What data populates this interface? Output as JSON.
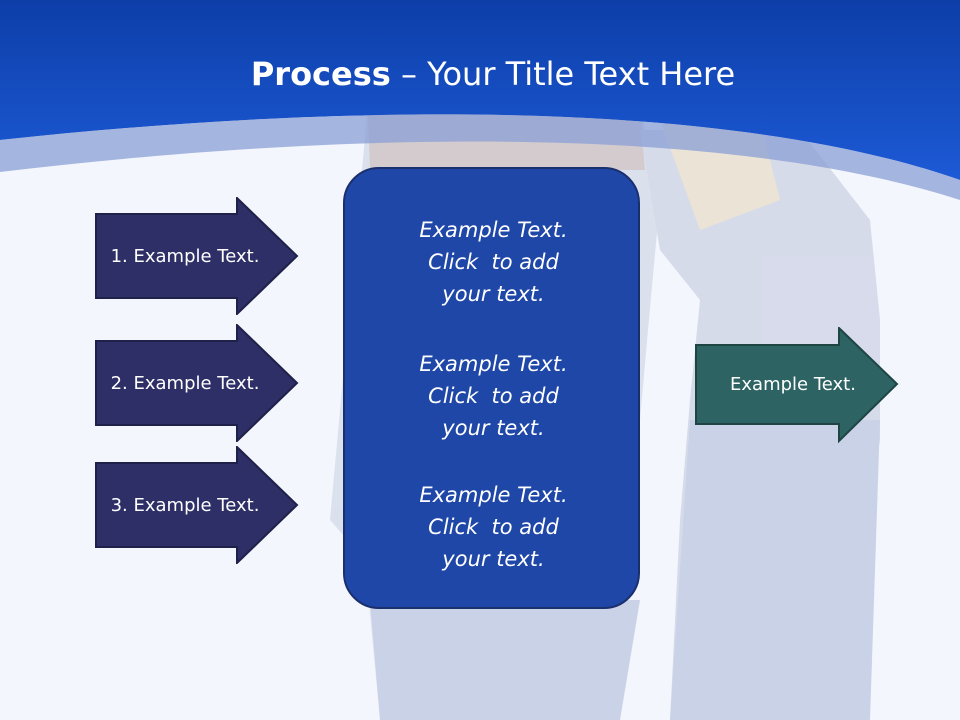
{
  "title": {
    "bold": "Process",
    "separator": " – ",
    "rest": "Your Title Text Here"
  },
  "left_steps": [
    {
      "label": "1. Example Text."
    },
    {
      "label": "2. Example Text."
    },
    {
      "label": "3. Example Text."
    }
  ],
  "center_items": [
    {
      "lines": [
        "Example Text.",
        "Click  to add",
        "your text."
      ]
    },
    {
      "lines": [
        "Example Text.",
        "Click  to add",
        "your text."
      ]
    },
    {
      "lines": [
        "Example Text.",
        "Click  to add",
        "your text."
      ]
    }
  ],
  "result": {
    "label": "Example Text."
  },
  "colors": {
    "header": "#1a4fc4",
    "left_arrow": "#2e2f66",
    "center_box": "#1f47a8",
    "right_arrow": "#2d6363"
  }
}
